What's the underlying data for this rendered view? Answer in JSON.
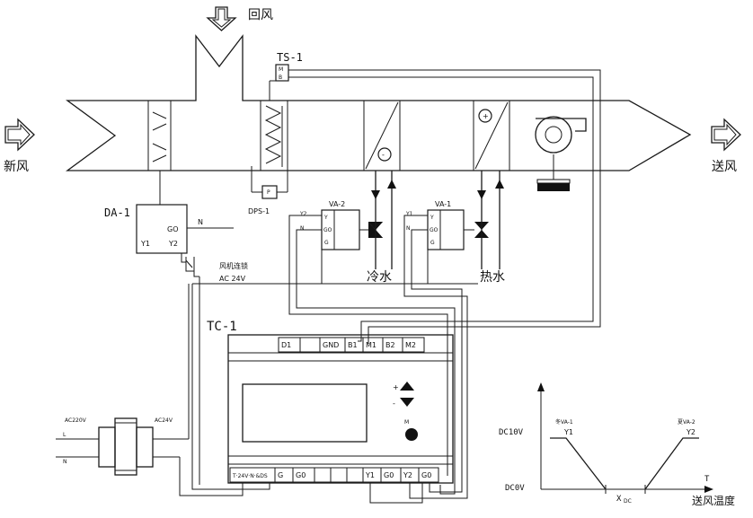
{
  "labels": {
    "return_air": "回风",
    "fresh_air": "新风",
    "supply_air": "送风",
    "sensor_ts": "TS-1",
    "sensor_ts_t1": "M",
    "sensor_ts_t2": "B",
    "dps": "DPS-1",
    "dps_term": "P",
    "coil_cool_sign": "-",
    "coil_heat_sign": "+",
    "damper": "DA-1",
    "da_go": "GO",
    "da_n": "N",
    "da_y1": "Y1",
    "da_y2": "Y2",
    "interlock": "风机连锁",
    "ac24v": "AC 24V",
    "va2": "VA-2",
    "va1": "VA-1",
    "va2_y2": "Y2",
    "va2_n": "N",
    "va1_y1": "Y1",
    "va1_n": "N",
    "act_y": "Y",
    "act_go": "GO",
    "act_g": "G",
    "cold_water": "冷水",
    "hot_water": "热水",
    "controller": "TC-1",
    "terminals_top": [
      "D1",
      "",
      "GND",
      "B1",
      "M1",
      "B2",
      "M2"
    ],
    "terminals_bottom_left": [
      "T·24V·N·&DS",
      "G",
      "G0"
    ],
    "terminals_bottom_right": [
      "",
      "",
      "",
      "Y1",
      "G0",
      "Y2",
      "G0"
    ],
    "btn_plus": "+",
    "btn_minus": "-",
    "btn_mode": "M",
    "transformer_in": "AC220V",
    "transformer_out": "AC24V",
    "tr_l": "L",
    "tr_n": "N"
  },
  "chart": {
    "y_top": "DC10V",
    "y_bottom": "DC0V",
    "x_axis": "T",
    "x_label": "送风温度",
    "x_set": "X",
    "x_set_sub": "DC",
    "winter": "冬VA-1",
    "winter_out": "Y1",
    "summer": "夏VA-2",
    "summer_out": "Y2"
  }
}
